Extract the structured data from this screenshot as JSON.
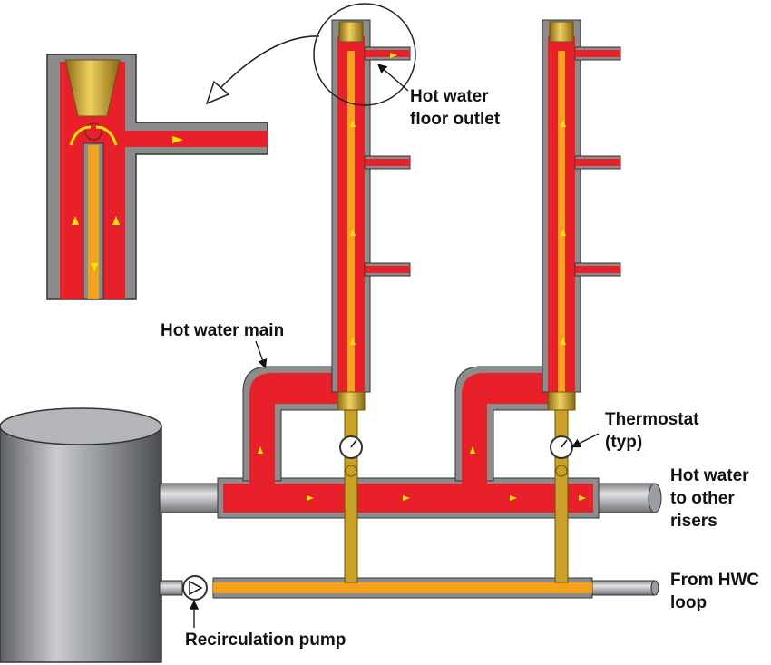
{
  "labels": {
    "hot_water_floor_outlet": [
      "Hot water",
      "floor outlet"
    ],
    "hot_water_main": "Hot water main",
    "thermostat": [
      "Thermostat",
      "(typ)"
    ],
    "hot_water_to_other_risers": [
      "Hot water",
      "to other",
      "risers"
    ],
    "from_hwc_loop": [
      "From HWC",
      "loop"
    ],
    "recirculation_pump": "Recirculation pump"
  },
  "colors": {
    "hot_water": "#e8202a",
    "return_water": "#f4a21c",
    "brass": "#c9a227",
    "pipe_gray": "#a7a9ac",
    "insulation_gray": "#8c8c8c",
    "flow_arrow": "#ffe600"
  }
}
